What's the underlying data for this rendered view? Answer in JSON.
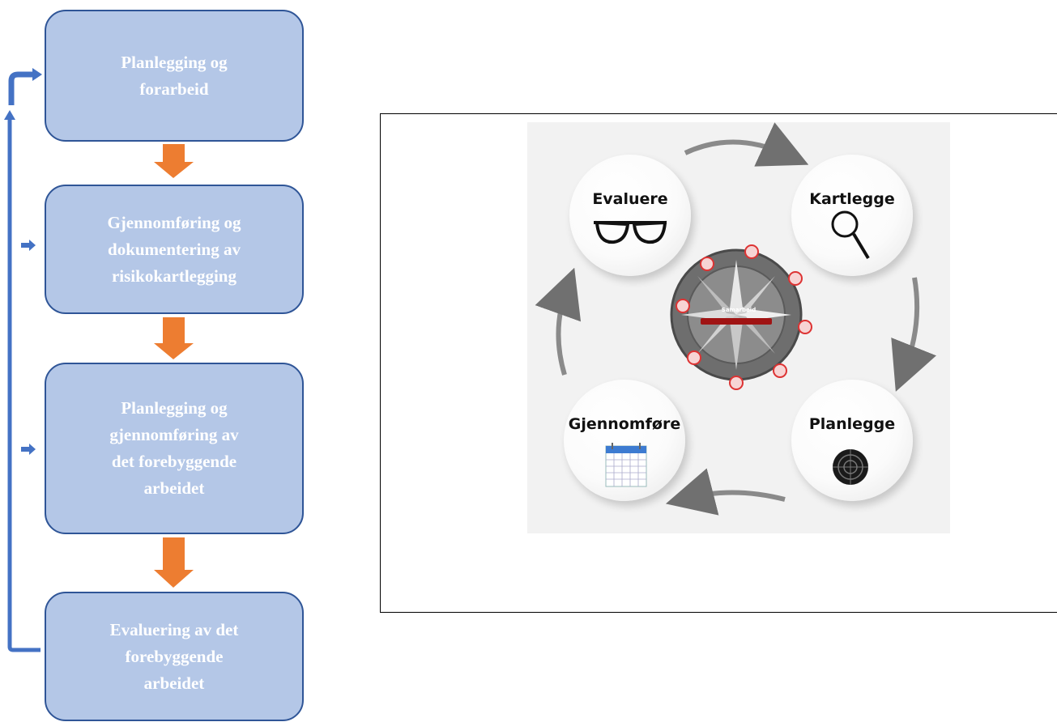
{
  "flowchart": {
    "steps": [
      {
        "label": "Planlegging og\nforarbeid"
      },
      {
        "label": "Gjennomføring og\ndokumentering av\nrisikokartlegging"
      },
      {
        "label": "Planlegging og\ngjennomføring av\ndet forebyggende\narbeidet"
      },
      {
        "label": "Evaluering av det\nforebyggende\narbeidet"
      }
    ]
  },
  "cycle": {
    "nodes": [
      {
        "label": "Evaluere",
        "icon": "glasses-icon"
      },
      {
        "label": "Kartlegge",
        "icon": "magnifier-icon"
      },
      {
        "label": "Planlegge",
        "icon": "target-icon"
      },
      {
        "label": "Gjennomføre",
        "icon": "calendar-icon"
      }
    ],
    "center": {
      "label": "Samarbeid",
      "icon": "compass-icon"
    }
  },
  "colors": {
    "box_fill": "#b4c7e7",
    "box_border": "#2f5597",
    "down_arrow": "#ed7d31",
    "loop_arrow": "#4472c4"
  }
}
